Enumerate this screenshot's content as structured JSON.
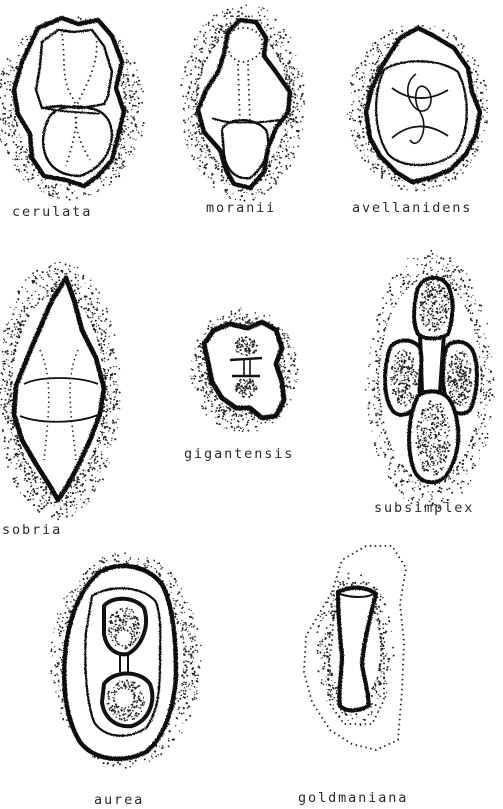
{
  "figure": {
    "ink_color": "#1a1a1a",
    "background": "#ffffff",
    "specimens": [
      {
        "id": "cerulata",
        "label": "cerulata"
      },
      {
        "id": "moranii",
        "label": "moranii"
      },
      {
        "id": "avellanidens",
        "label": "avellanidens"
      },
      {
        "id": "sobria",
        "label": "sobria"
      },
      {
        "id": "gigantensis",
        "label": "gigantensis"
      },
      {
        "id": "subsimplex",
        "label": "subsimplex"
      },
      {
        "id": "aurea",
        "label": "aurea"
      },
      {
        "id": "goldmaniana",
        "label": "goldmaniana"
      }
    ]
  }
}
